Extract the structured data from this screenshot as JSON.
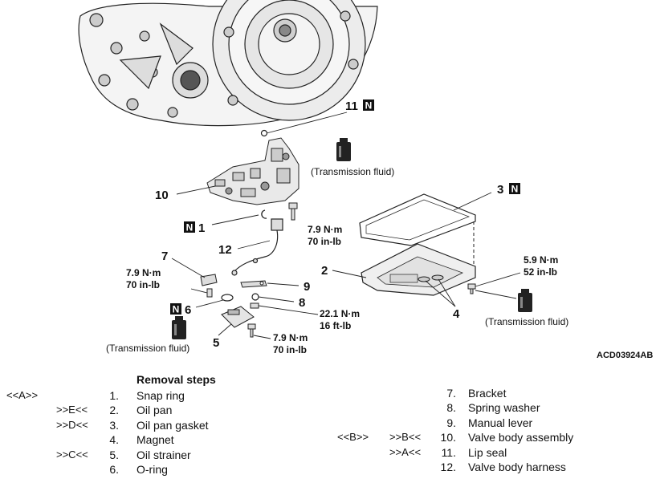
{
  "callouts": {
    "c1": "1",
    "c2": "2",
    "c3": "3",
    "c4": "4",
    "c5": "5",
    "c6": "6",
    "c7": "7",
    "c8": "8",
    "c9": "9",
    "c10": "10",
    "c11": "11",
    "c12": "12"
  },
  "n_mark": "N",
  "torques": {
    "t_bolt_mid_nm": "7.9 N·m",
    "t_bolt_mid_in": "70 in-lb",
    "t_bracket_nm": "7.9 N·m",
    "t_bracket_in": "70 in-lb",
    "t_lever_nm": "22.1 N·m",
    "t_lever_ft": "16 ft-lb",
    "t_strainer_nm": "7.9 N·m",
    "t_strainer_in": "70 in-lb",
    "t_drain_nm": "5.9 N·m",
    "t_drain_in": "52 in-lb"
  },
  "fluid_notes": {
    "top": "(Transmission fluid)",
    "left": "(Transmission fluid)",
    "right": "(Transmission fluid)"
  },
  "figure_code": "ACD03924AB",
  "removal": {
    "heading": "Removal steps",
    "left_steps": [
      {
        "ref1": "<<A>>",
        "ref2": "",
        "num": "1.",
        "name": "Snap ring"
      },
      {
        "ref1": "",
        "ref2": ">>E<<",
        "num": "2.",
        "name": "Oil pan"
      },
      {
        "ref1": "",
        "ref2": ">>D<<",
        "num": "3.",
        "name": "Oil pan gasket"
      },
      {
        "ref1": "",
        "ref2": "",
        "num": "4.",
        "name": "Magnet"
      },
      {
        "ref1": "",
        "ref2": ">>C<<",
        "num": "5.",
        "name": "Oil strainer"
      },
      {
        "ref1": "",
        "ref2": "",
        "num": "6.",
        "name": "O-ring"
      }
    ],
    "right_steps": [
      {
        "ref1": "",
        "ref2": "",
        "num": "7.",
        "name": "Bracket"
      },
      {
        "ref1": "",
        "ref2": "",
        "num": "8.",
        "name": "Spring washer"
      },
      {
        "ref1": "",
        "ref2": "",
        "num": "9.",
        "name": "Manual lever"
      },
      {
        "ref1": "<<B>>",
        "ref2": ">>B<<",
        "num": "10.",
        "name": "Valve body assembly"
      },
      {
        "ref1": "",
        "ref2": ">>A<<",
        "num": "11.",
        "name": "Lip seal"
      },
      {
        "ref1": "",
        "ref2": "",
        "num": "12.",
        "name": "Valve body harness"
      }
    ]
  }
}
